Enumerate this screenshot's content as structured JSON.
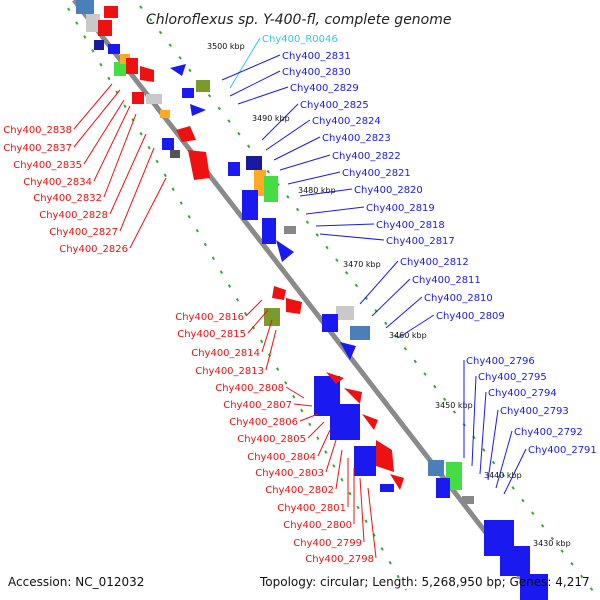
{
  "title": "Chloroflexus sp. Y-400-fl, complete genome",
  "accession": "Accession: NC_012032",
  "summary": "Topology: circular; Length: 5,268,950 bp; Genes: 4,217",
  "colors": {
    "forward": "#1a1af0",
    "reverse": "#ee1111",
    "rna": "#33c6e6",
    "backbone": "#8a8a8a",
    "tick": "#33aa33"
  },
  "ticks": [
    "3500 kbp",
    "3490 kbp",
    "3480 kbp",
    "3470 kbp",
    "3460 kbp",
    "3450 kbp",
    "3440 kbp",
    "3430 kbp"
  ],
  "right_labels": [
    {
      "text": "Chy400_R0046",
      "kind": "rna"
    },
    {
      "text": "Chy400_2831",
      "kind": "fwd"
    },
    {
      "text": "Chy400_2830",
      "kind": "fwd"
    },
    {
      "text": "Chy400_2829",
      "kind": "fwd"
    },
    {
      "text": "Chy400_2825",
      "kind": "fwd"
    },
    {
      "text": "Chy400_2824",
      "kind": "fwd"
    },
    {
      "text": "Chy400_2823",
      "kind": "fwd"
    },
    {
      "text": "Chy400_2822",
      "kind": "fwd"
    },
    {
      "text": "Chy400_2821",
      "kind": "fwd"
    },
    {
      "text": "Chy400_2820",
      "kind": "fwd"
    },
    {
      "text": "Chy400_2819",
      "kind": "fwd"
    },
    {
      "text": "Chy400_2818",
      "kind": "fwd"
    },
    {
      "text": "Chy400_2817",
      "kind": "fwd"
    },
    {
      "text": "Chy400_2812",
      "kind": "fwd"
    },
    {
      "text": "Chy400_2811",
      "kind": "fwd"
    },
    {
      "text": "Chy400_2810",
      "kind": "fwd"
    },
    {
      "text": "Chy400_2809",
      "kind": "fwd"
    },
    {
      "text": "Chy400_2796",
      "kind": "fwd"
    },
    {
      "text": "Chy400_2795",
      "kind": "fwd"
    },
    {
      "text": "Chy400_2794",
      "kind": "fwd"
    },
    {
      "text": "Chy400_2793",
      "kind": "fwd"
    },
    {
      "text": "Chy400_2792",
      "kind": "fwd"
    },
    {
      "text": "Chy400_2791",
      "kind": "fwd"
    }
  ],
  "left_labels": [
    "Chy400_2838",
    "Chy400_2837",
    "Chy400_2835",
    "Chy400_2834",
    "Chy400_2832",
    "Chy400_2828",
    "Chy400_2827",
    "Chy400_2826",
    "Chy400_2816",
    "Chy400_2815",
    "Chy400_2814",
    "Chy400_2813",
    "Chy400_2808",
    "Chy400_2807",
    "Chy400_2806",
    "Chy400_2805",
    "Chy400_2804",
    "Chy400_2803",
    "Chy400_2802",
    "Chy400_2801",
    "Chy400_2800",
    "Chy400_2799",
    "Chy400_2798"
  ]
}
